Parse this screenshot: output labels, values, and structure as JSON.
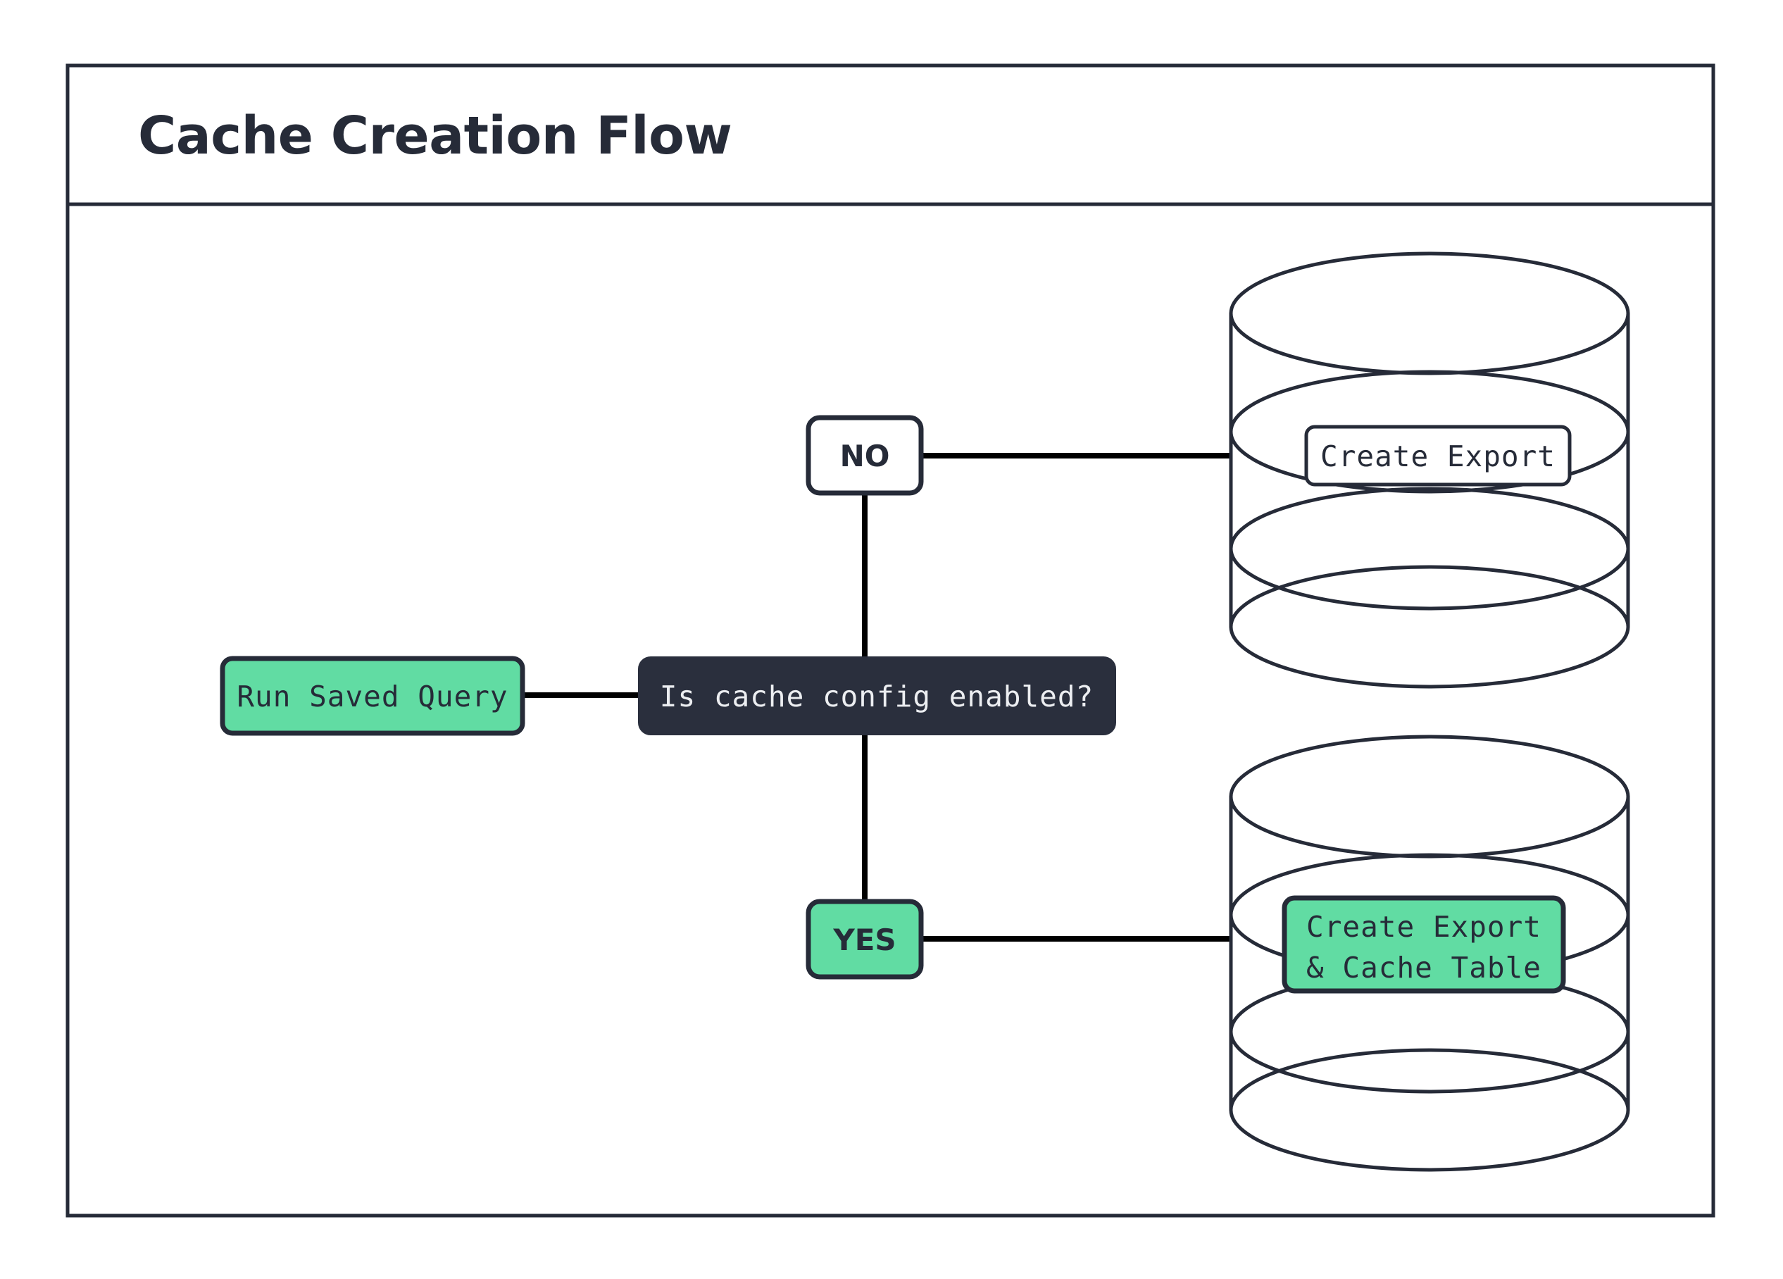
{
  "diagram": {
    "title": "Cache Creation Flow",
    "type": "flowchart",
    "colors": {
      "accent_green": "#61dca3",
      "dark_navy": "#262b38",
      "decision_fill": "#2a2f3d",
      "edge": "#000000",
      "background": "#ffffff"
    },
    "nodes": [
      {
        "id": "run-saved-query",
        "label": "Run Saved Query",
        "shape": "rounded-rect",
        "fill": "#61dca3",
        "text_color": "#262b38"
      },
      {
        "id": "is-cache-config-enabled",
        "label": "Is cache config enabled?",
        "shape": "rounded-rect",
        "fill": "#2a2f3d",
        "text_color": "#eceef1"
      },
      {
        "id": "branch-no",
        "label": "NO",
        "shape": "rounded-rect",
        "fill": "#ffffff",
        "text_color": "#262b38"
      },
      {
        "id": "branch-yes",
        "label": "YES",
        "shape": "rounded-rect",
        "fill": "#61dca3",
        "text_color": "#262b38"
      },
      {
        "id": "database-top",
        "label": "Create Export",
        "shape": "database-cylinder",
        "fill": "#ffffff",
        "text_color": "#262b38"
      },
      {
        "id": "database-bottom",
        "label_line1": "Create Export",
        "label_line2": "& Cache Table",
        "shape": "database-cylinder",
        "fill": "#61dca3",
        "text_color": "#262b38"
      }
    ],
    "edges": [
      {
        "from": "run-saved-query",
        "to": "is-cache-config-enabled",
        "label": ""
      },
      {
        "from": "is-cache-config-enabled",
        "to": "branch-no",
        "label": ""
      },
      {
        "from": "is-cache-config-enabled",
        "to": "branch-yes",
        "label": ""
      },
      {
        "from": "branch-no",
        "to": "database-top",
        "label": ""
      },
      {
        "from": "branch-yes",
        "to": "database-bottom",
        "label": ""
      }
    ]
  }
}
